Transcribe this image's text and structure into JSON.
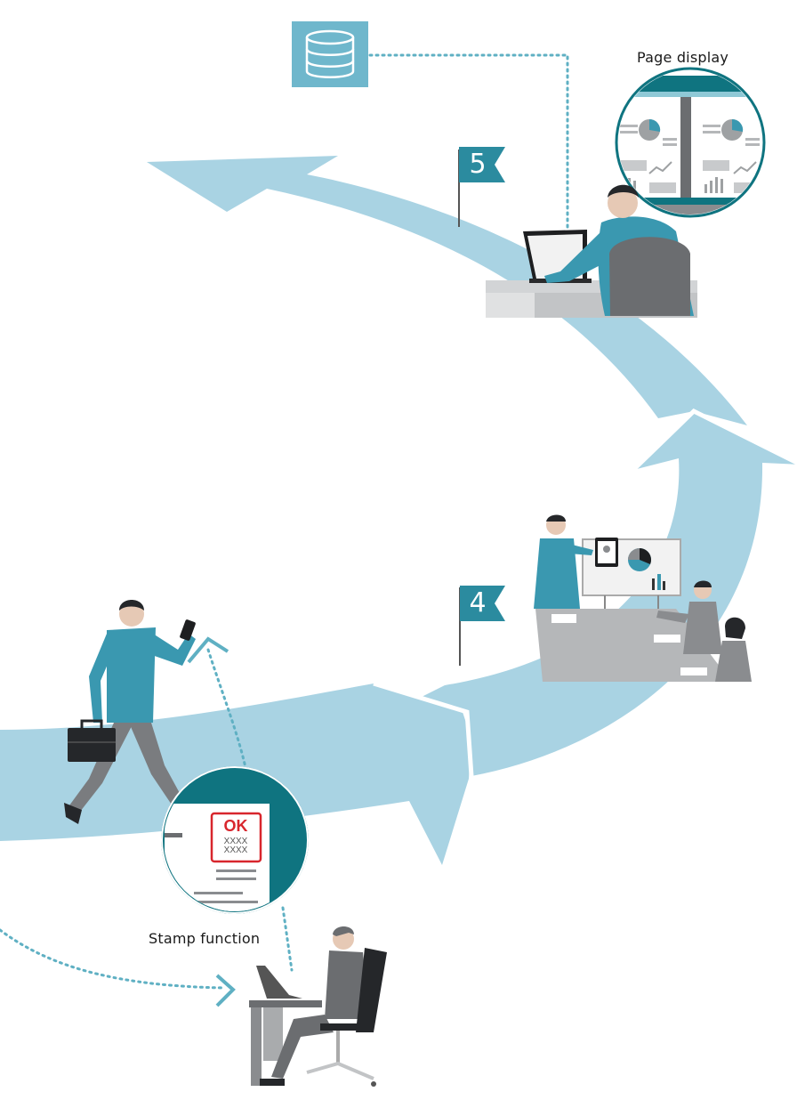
{
  "labels": {
    "page_display": "Page display",
    "stamp_function": "Stamp function"
  },
  "flags": {
    "step5": "5",
    "step4": "4"
  },
  "stamp": {
    "ok": "OK",
    "line1": "XXXX",
    "line2": "XXXX"
  },
  "colors": {
    "arrow": "#a9d3e3",
    "teal": "#3a98b0",
    "dark_teal": "#0f7480",
    "flag": "#2b8b9f",
    "database": "#6fb7cc",
    "suit_gray": "#8a8c8f",
    "desk_gray": "#bdbfc1"
  },
  "icons": [
    "database-icon",
    "flag-icon",
    "laptop-icon",
    "smartphone-icon",
    "briefcase-icon",
    "tablet-icon",
    "chair-icon"
  ]
}
